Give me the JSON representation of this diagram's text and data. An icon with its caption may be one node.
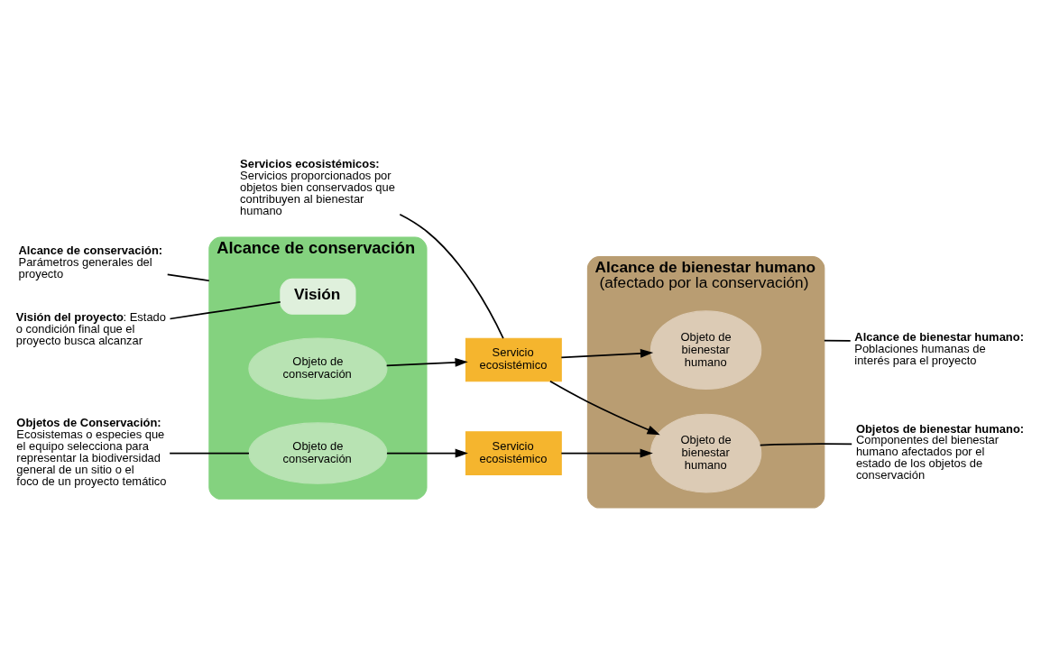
{
  "diagram": {
    "nodes": [
      {
        "text": [
          "Alcance de conservación"
        ]
      },
      {
        "text": [
          "Visión"
        ],
        "in": 0
      },
      {
        "text": [
          "Objeto de conservación"
        ],
        "in": 0
      },
      {
        "text": [
          "Objeto de conservación"
        ],
        "in": 0
      },
      {
        "text": [
          "Servicio ecosistémico"
        ]
      },
      {
        "text": [
          "Servicio ecosistémico"
        ]
      },
      {
        "text": [
          "**Alcance de bienestar humano** (afectado por la conservación)"
        ]
      },
      {
        "text": [
          "Objeto de bienestar humano"
        ],
        "in": 6
      },
      {
        "text": [
          "Objeto de bienestar humano"
        ],
        "in": 6
      },
      {
        "text": [
          "Alcance de conservación:",
          "Parámetros generales del proyecto"
        ]
      },
      {
        "text": [
          "**Visión del proyecto**: Estado o condición final que el proyecto busca alcanzar"
        ]
      },
      {
        "text": [
          "Objetos de Conservación:",
          "Ecosistemas o especies que el equipo selecciona para representar la biodiversidad general de un sitio o el foco de un proyecto temático"
        ]
      },
      {
        "text": [
          "Servicios ecosistémicos:",
          "Servicios proporcionados por objetos bien conservados que contribuyen al bienestar humano"
        ]
      },
      {
        "text": [
          "Alcance de bienestar humano:",
          "Poblaciones humanas de interés para el proyecto"
        ]
      },
      {
        "text": [
          "Objetos de bienestar humano:",
          "Componentes del bienestar humano afectados por el estado de los objetos de conservación"
        ]
      }
    ],
    "edges": [
      {
        "from": 2,
        "to": 4,
        "arrow": "to"
      },
      {
        "from": 3,
        "to": 5,
        "arrow": "to"
      },
      {
        "from": 4,
        "to": 7,
        "arrow": "to"
      },
      {
        "from": 4,
        "to": 8,
        "arrow": "to"
      },
      {
        "from": 5,
        "to": 8,
        "arrow": "to"
      },
      {
        "from": 9,
        "to": 0,
        "arrow": "none"
      },
      {
        "from": 10,
        "to": 1,
        "arrow": "none"
      },
      {
        "from": 11,
        "to": 3,
        "arrow": "none"
      },
      {
        "from": 12,
        "to": 4,
        "arrow": "none"
      },
      {
        "from": 13,
        "to": 6,
        "arrow": "none"
      },
      {
        "from": 14,
        "to": 8,
        "arrow": "none"
      }
    ]
  }
}
